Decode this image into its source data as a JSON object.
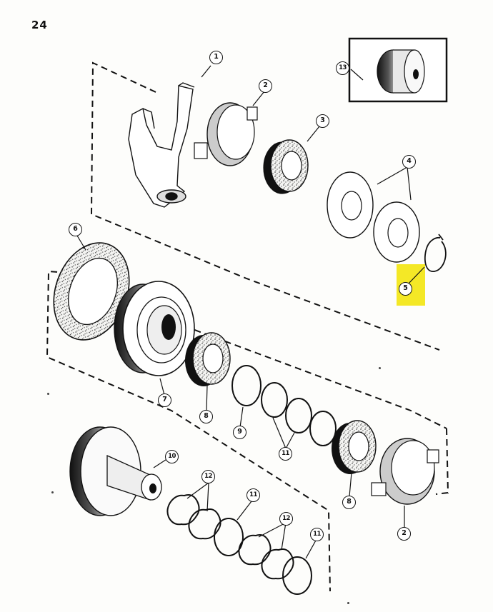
{
  "page_number": "24",
  "colors": {
    "ink": "#111111",
    "paper": "#fdfdfb",
    "highlight": "#f2e400"
  },
  "callouts": [
    {
      "id": "c1",
      "label": "1"
    },
    {
      "id": "c2a",
      "label": "2"
    },
    {
      "id": "c3",
      "label": "3"
    },
    {
      "id": "c4",
      "label": "4"
    },
    {
      "id": "c5",
      "label": "5"
    },
    {
      "id": "c6",
      "label": "6"
    },
    {
      "id": "c7",
      "label": "7"
    },
    {
      "id": "c8a",
      "label": "8"
    },
    {
      "id": "c9",
      "label": "9"
    },
    {
      "id": "c11a",
      "label": "11"
    },
    {
      "id": "c10",
      "label": "10"
    },
    {
      "id": "c8b",
      "label": "8"
    },
    {
      "id": "c2b",
      "label": "2"
    },
    {
      "id": "c12a",
      "label": "12"
    },
    {
      "id": "c11b",
      "label": "11"
    },
    {
      "id": "c12b",
      "label": "12"
    },
    {
      "id": "c11c",
      "label": "11"
    },
    {
      "id": "c13",
      "label": "13"
    }
  ],
  "highlighted_callout": "5"
}
